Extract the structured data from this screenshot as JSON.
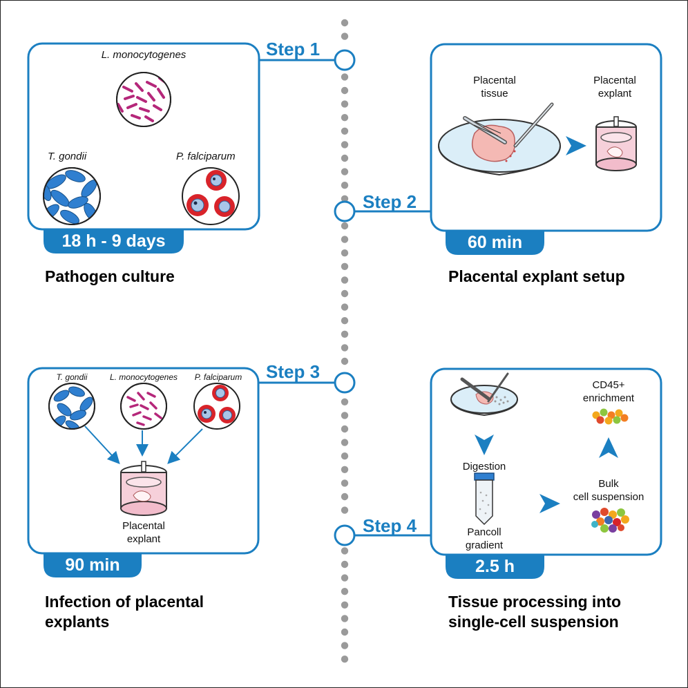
{
  "steps": [
    {
      "step_label": "Step 1",
      "duration": "18 h - 9 days",
      "caption": "Pathogen culture",
      "pathogens": [
        "L. monocytogenes",
        "T. gondii",
        "P. falciparum"
      ]
    },
    {
      "step_label": "Step 2",
      "duration": "60 min",
      "caption": "Placental explant setup",
      "labels": {
        "tissue": "Placental\ntissue",
        "explant": "Placental\nexplant"
      }
    },
    {
      "step_label": "Step 3",
      "duration": "90 min",
      "caption": "Infection of placental\nexplants",
      "pathogens": [
        "T. gondii",
        "L. monocytogenes",
        "P. falciparum"
      ],
      "explant_label": "Placental\nexplant"
    },
    {
      "step_label": "Step 4",
      "duration": "2.5 h",
      "caption": "Tissue processing into\nsingle-cell suspension",
      "labels": {
        "digestion": "Digestion",
        "pancoll": "Pancoll\ngradient",
        "bulk": "Bulk\ncell suspension",
        "cd45": "CD45+\nenrichment"
      }
    }
  ],
  "colors": {
    "accent_blue": "#1b7fc1",
    "bacteria_magenta": "#b5277a",
    "toxo_blue": "#2f7fd0",
    "rbc_red": "#d8232a",
    "explant_pink": "#f2c2cf",
    "timeline_gray": "#9a9a9a"
  }
}
